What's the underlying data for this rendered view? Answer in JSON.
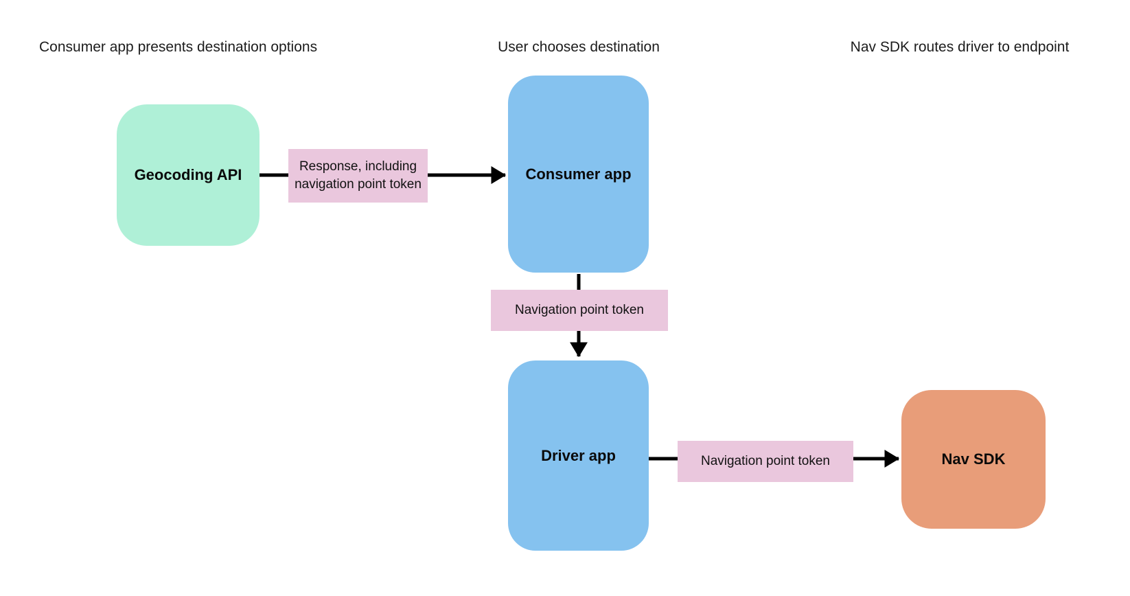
{
  "page": {
    "background": "#ffffff"
  },
  "stage_headers": [
    {
      "label": "Consumer app presents destination options"
    },
    {
      "label": "User chooses destination"
    },
    {
      "label": "Nav SDK routes driver to endpoint"
    }
  ],
  "nodes": [
    {
      "id": "geocoding-api",
      "label": "Geocoding API",
      "fill": "#aff0d7"
    },
    {
      "id": "consumer-app",
      "label": "Consumer app",
      "fill": "#85c2ef"
    },
    {
      "id": "driver-app",
      "label": "Driver app",
      "fill": "#85c2ef"
    },
    {
      "id": "nav-sdk",
      "label": "Nav SDK",
      "fill": "#e89d79"
    }
  ],
  "edges": [
    {
      "from": "Geocoding API",
      "to": "Consumer app",
      "label": "Response, including navigation point token",
      "label_fill": "#eac7dd"
    },
    {
      "from": "Consumer app",
      "to": "Driver app",
      "label": "Navigation point token",
      "label_fill": "#eac7dd"
    },
    {
      "from": "Driver app",
      "to": "Nav SDK",
      "label": "Navigation point token",
      "label_fill": "#eac7dd"
    }
  ],
  "colors": {
    "arrow": "#000000",
    "header_text": "#1c1c1c",
    "node_text": "#0a0a0a"
  }
}
